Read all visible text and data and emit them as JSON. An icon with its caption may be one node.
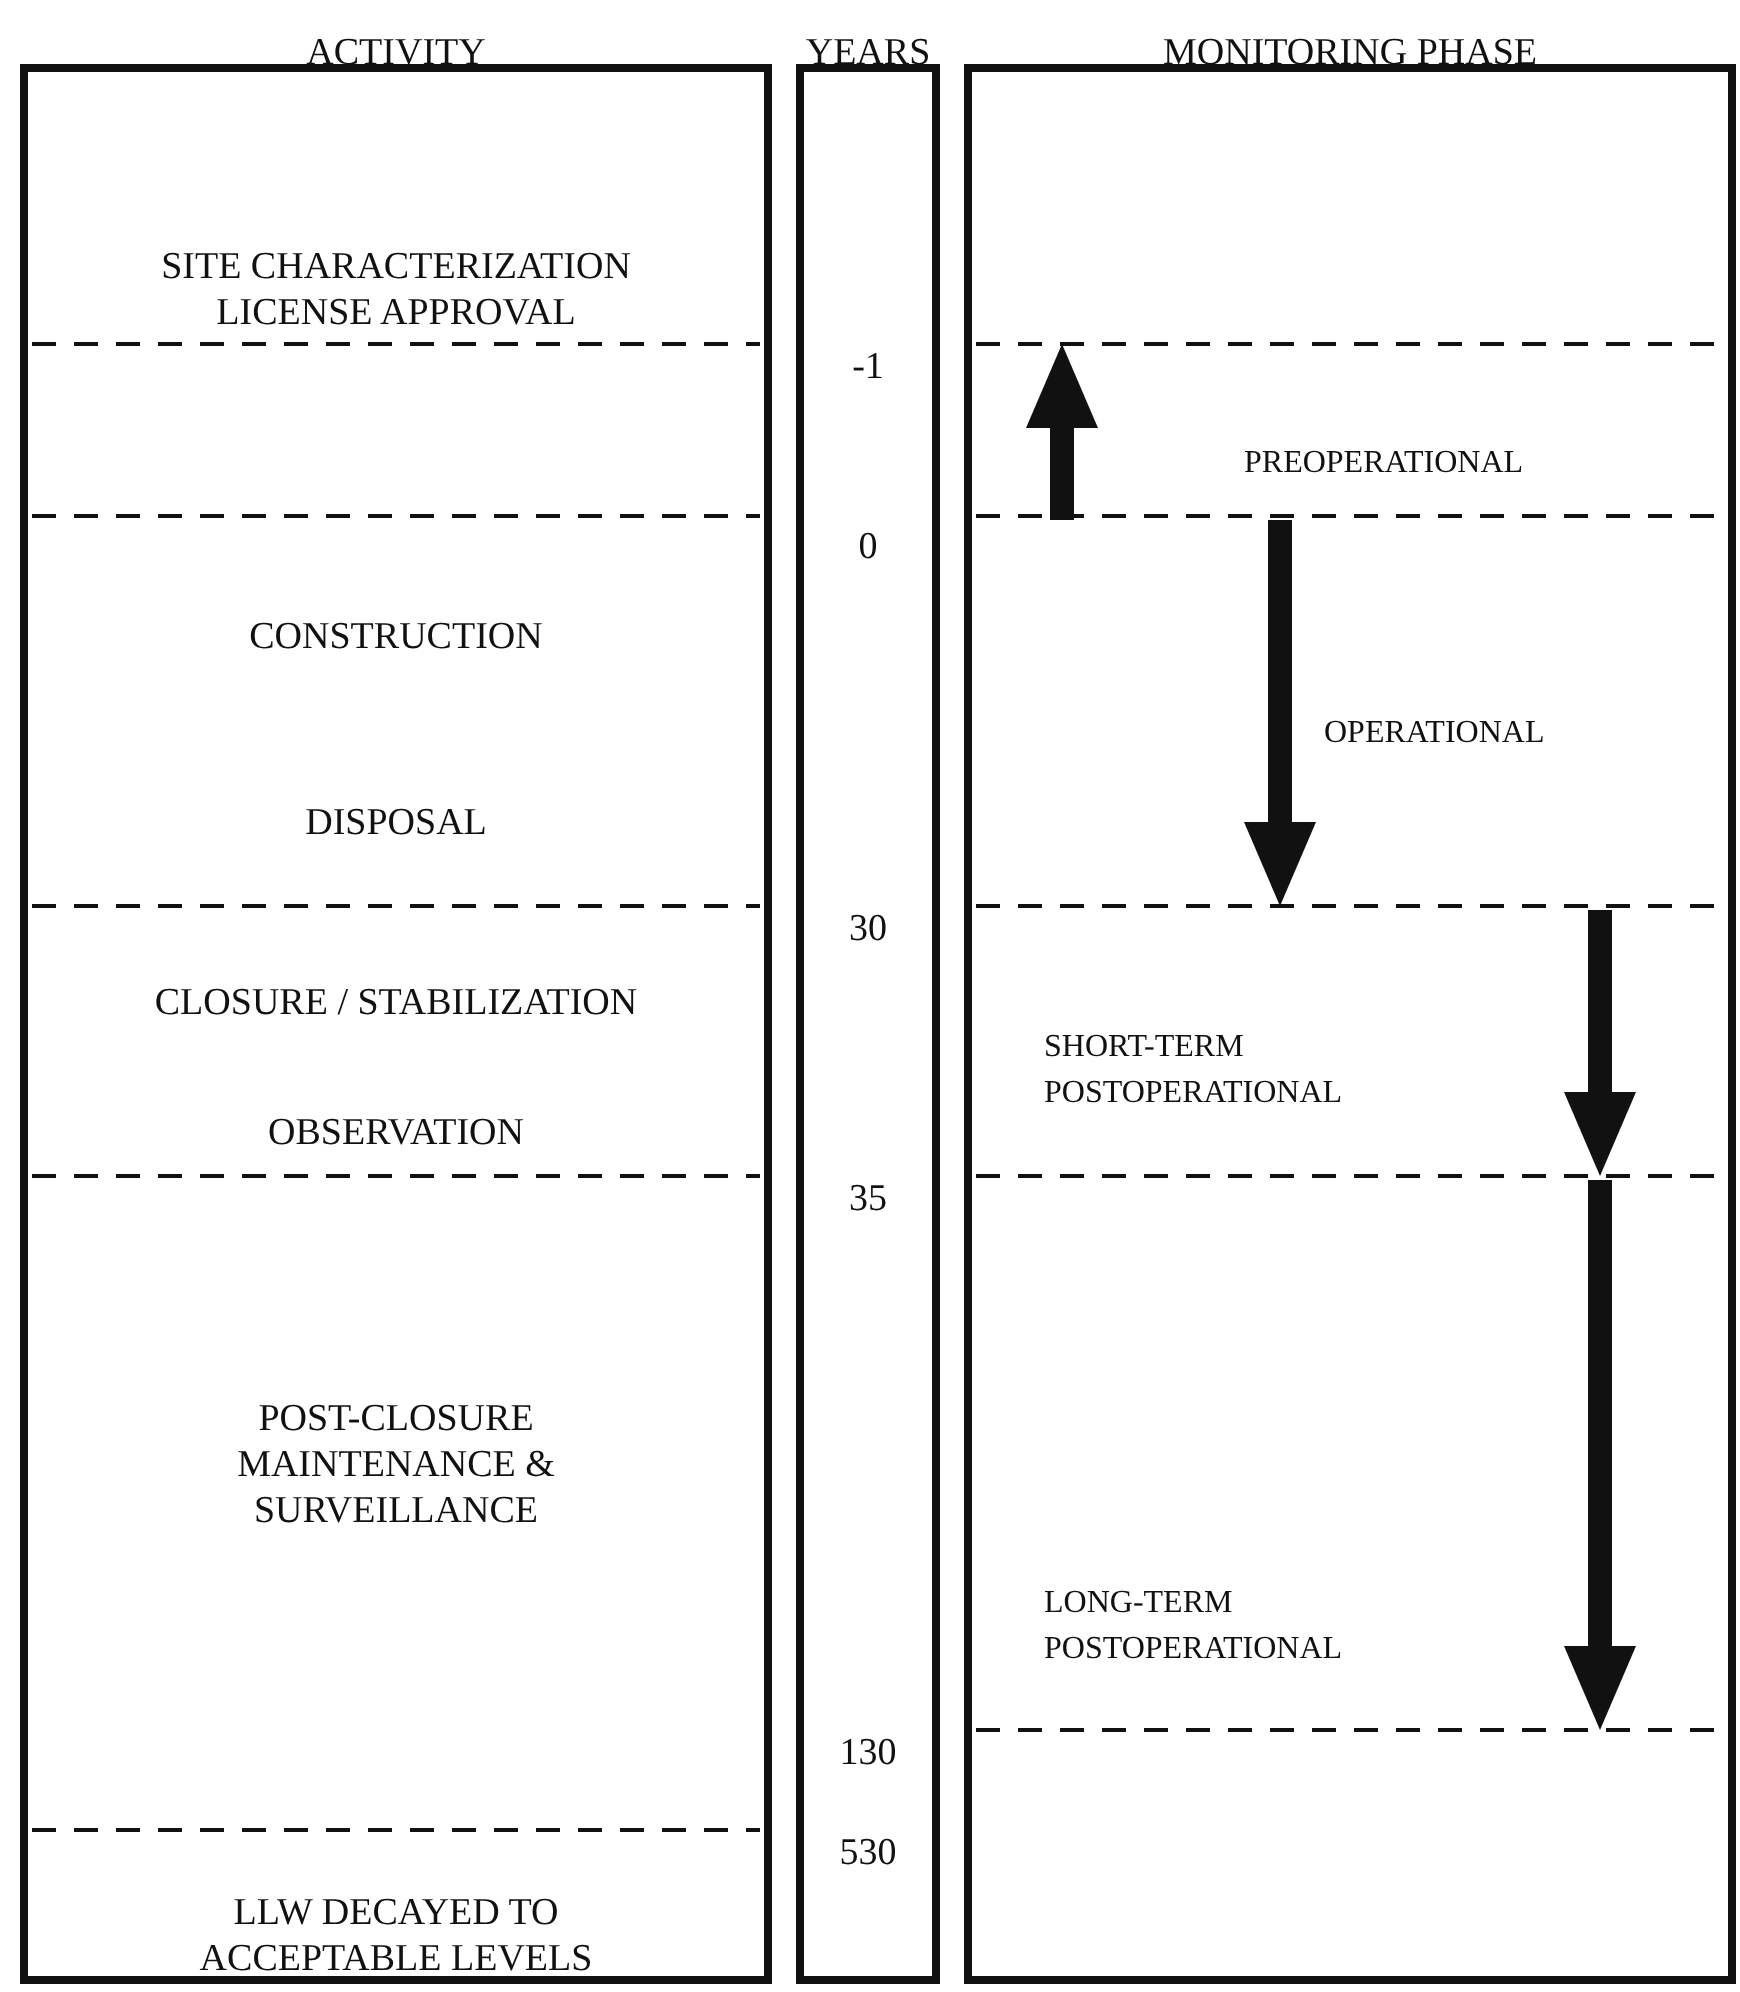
{
  "diagram": {
    "nodes": [
      {
        "text": [
          "ACTIVITY",
          "SITE CHARACTERIZATION LICENSE APPROVAL",
          "CONSTRUCTION",
          "DISPOSAL",
          "CLOSURE / STABILIZATION",
          "OBSERVATION",
          "POST-CLOSURE MAINTENANCE & SURVEILLANCE",
          "LLW DECAYED TO ACCEPTABLE LEVELS"
        ]
      },
      {
        "text": [
          "YEARS",
          "-1",
          "0",
          "30",
          "35",
          "130",
          "530"
        ]
      },
      {
        "text": [
          "MONITORING PHASE",
          "PREOPERATIONAL",
          "OPERATIONAL",
          "SHORT-TERM POSTOPERATIONAL",
          "LONG-TERM POSTOPERATIONAL"
        ]
      }
    ],
    "edges": []
  }
}
